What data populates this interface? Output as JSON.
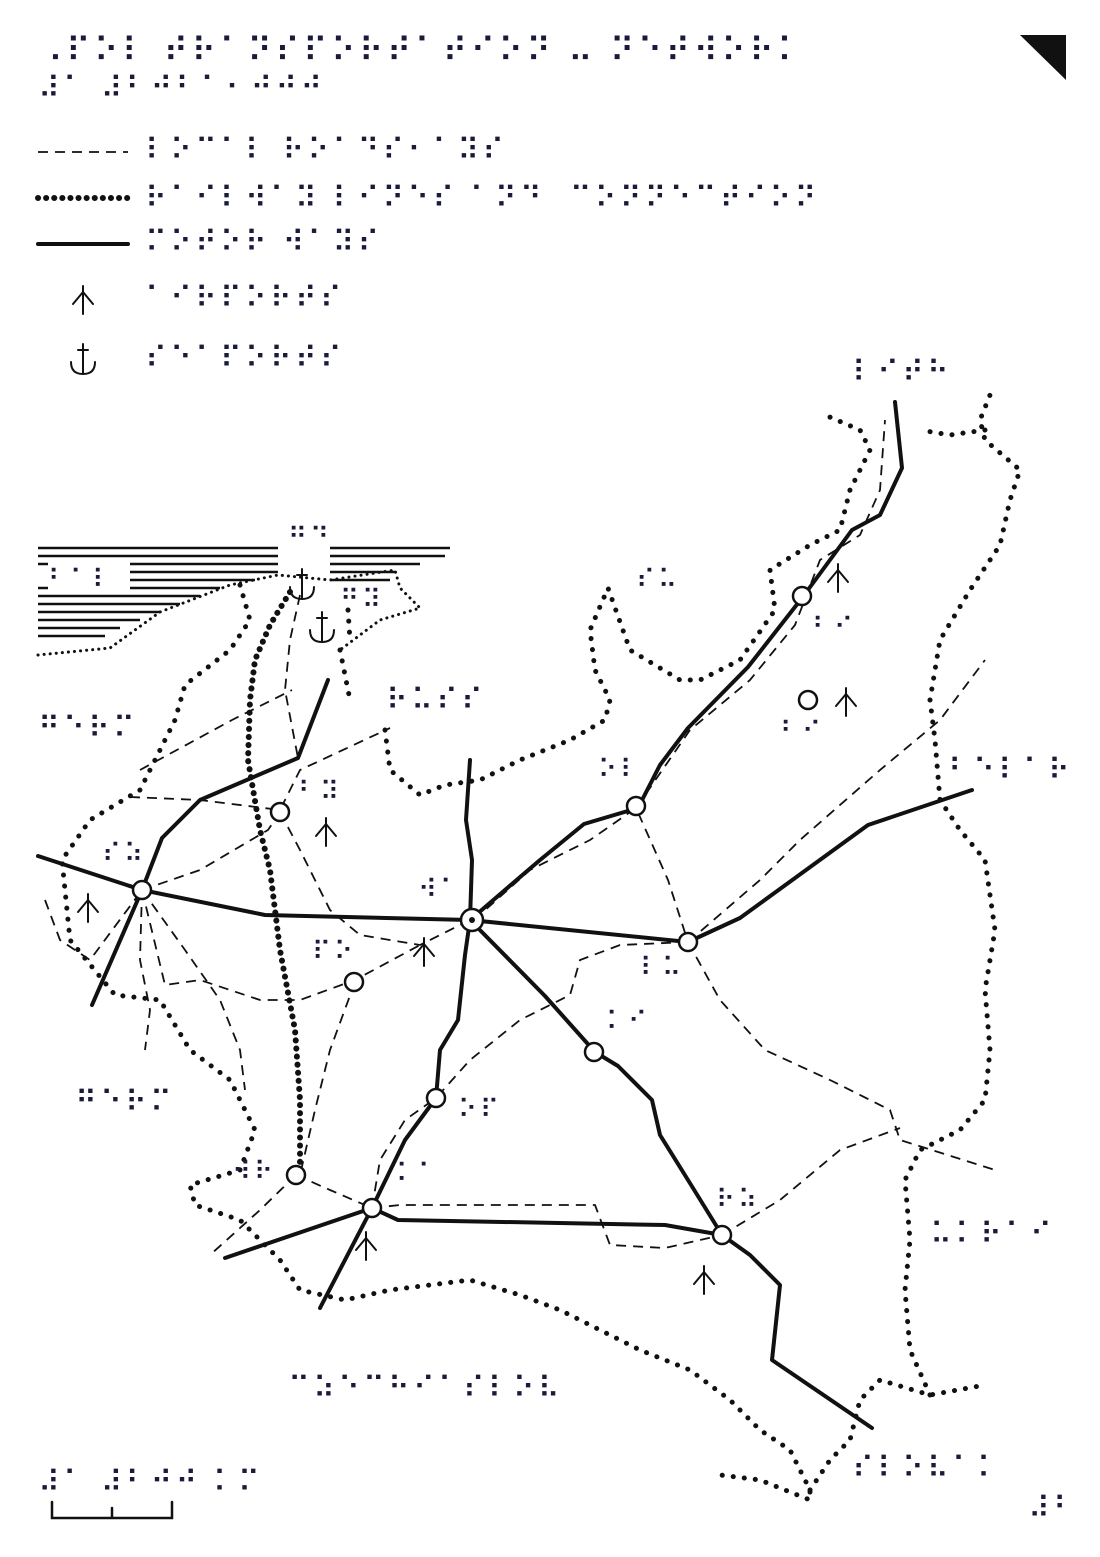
{
  "title": {
    "line1": "⠠⠏⠕⠇ ⠞⠗⠁⠝⠎⠏⠕⠗⠞⠁⠞⠊⠕⠝ ⠤ ⠝⠑⠞⠺⠕⠗⠅",
    "line2": "⠼⠁ ⠼⠃⠚⠃⠁⠂⠚⠚⠚"
  },
  "legend": {
    "items": [
      {
        "type": "road-minor",
        "label": "⠇⠕⠉⠁⠇ ⠗⠕⠁⠙⠎⠂⠁⠽⠎"
      },
      {
        "type": "rail",
        "label": "⠗⠁⠊⠇⠺⠁⠽ ⠇⠊⠝⠑⠎ ⠁⠝⠙⠀⠉⠕⠝⠝⠑⠉⠞⠊⠕⠝"
      },
      {
        "type": "road-main",
        "label": "⠍⠕⠞⠕⠗ ⠺⠁⠽⠎"
      },
      {
        "type": "airport",
        "icon": "airplane-icon",
        "label": "⠁⠊⠗⠏⠕⠗⠞⠎"
      },
      {
        "type": "seaport",
        "icon": "anchor-icon",
        "label": "⠎⠑⠁⠏⠕⠗⠞⠎"
      }
    ]
  },
  "map_labels": {
    "sea": "⠃⠁⠇",
    "north_top": "⠇⠊⠞⠓",
    "north_east": "⠃⠑⠇⠁⠗",
    "east": "⠥⠅⠗⠁⠊",
    "south": "⠉⠵⠑⠉⠓⠊⠁⠎⠇⠕⠧",
    "south_east": "⠎⠇⠕⠧⠁⠅",
    "west_upper": "⠛⠑⠗⠍",
    "west_lower": "⠛⠑⠗⠍",
    "kaliningrad": "⠗⠥⠎⠎",
    "gdansk": "⠛⠙",
    "gdynia": "⠛⠽",
    "szczecin": "⠎⠵",
    "bydgoszcz": "⠃⠽",
    "olsztyn": "⠕⠇",
    "bialystok": "⠃⠊",
    "warsaw": "⠺⠁",
    "poznan": "⠏⠕",
    "lodz": "⠇⠕",
    "lublin": "⠇⠥",
    "kielce": "⠅⠊",
    "wroclaw": "⠺⠗",
    "opole": "⠕⠏",
    "katowice": "⠅⠁",
    "krakow": "⠅⠗",
    "rzeszow": "⠗⠵",
    "zielona": "⠵⠊",
    "suwalki": "⠎⠥"
  },
  "scale": {
    "label": "⠼⠁ ⠼⠃⠚⠚ ⠅⠍"
  },
  "page_number": "⠼⠃"
}
